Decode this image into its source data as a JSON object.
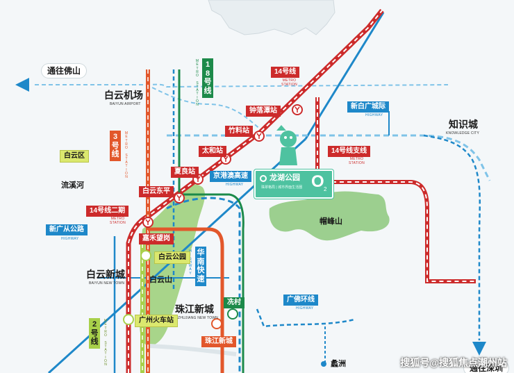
{
  "colors": {
    "metro14": "#cc2b2b",
    "metro3": "#e2572b",
    "metro18": "#1c8a4a",
    "metro2": "#a8d04a",
    "highway": "#1e88c9",
    "greenspace": "#9ccf8f",
    "project": "#4ec2a0"
  },
  "directions": {
    "foshan": "通往佛山",
    "shenzhen": "通往深圳"
  },
  "places": {
    "baiyun_airport": {
      "name": "白云机场",
      "sub": "BAIYUN AIRPORT"
    },
    "baiyun_district": "白云区",
    "liuxi_river": "流溪河",
    "baiyun_new_town": {
      "name": "白云新城",
      "sub": "BAIYUN NEW TOWN"
    },
    "zhujiang_new_town": {
      "name": "珠江新城",
      "sub": "ZHUJIANG NEW TOWN"
    },
    "knowledge_city": {
      "name": "知识城",
      "sub": "KNOWLEDGE CITY"
    },
    "maofeng_mountain": "帽峰山",
    "baiyun_mountain": "白云山",
    "lishui": "蠡洲"
  },
  "metro_lines": {
    "line14": {
      "label": "14号线",
      "tag": [
        "METRO",
        "STATION"
      ]
    },
    "line14_branch": {
      "label": "14号线支线",
      "tag": [
        "METRO",
        "STATION"
      ]
    },
    "line14_phase2": {
      "label": "14号线二期",
      "tag": [
        "METRO",
        "STATION"
      ]
    },
    "line3": {
      "chars": [
        "3",
        "号",
        "线"
      ],
      "tag": [
        "M",
        "E",
        "T",
        "R",
        "O",
        "",
        "S",
        "T",
        "A",
        "T",
        "I",
        "O",
        "N"
      ]
    },
    "line18": {
      "chars": [
        "1",
        "8",
        "号",
        "线"
      ],
      "tag": [
        "M",
        "E",
        "T",
        "R",
        "O",
        "",
        "S",
        "T",
        "A",
        "T",
        "I",
        "O",
        "N"
      ]
    },
    "line2": {
      "chars": [
        "2",
        "号",
        "线"
      ],
      "tag": [
        "M",
        "E",
        "T",
        "R",
        "O",
        "",
        "S",
        "T",
        "A",
        "T",
        "I",
        "O",
        "N"
      ]
    }
  },
  "highways": {
    "xinbaiguang": {
      "label": "新白广城际",
      "tag": "HIGHWAY"
    },
    "jinggangao": {
      "label": "京港澳高速",
      "tag": "HIGHWAY"
    },
    "xinguangcong": {
      "label": "新广从公路",
      "tag": "HIGHWAY"
    },
    "huanan": {
      "chars": [
        "华",
        "南",
        "快",
        "速"
      ],
      "tag": [
        "H",
        "I",
        "G",
        "H",
        "W",
        "A",
        "Y"
      ]
    },
    "guangfo": {
      "label": "广佛环线",
      "tag": "HIGHWAY"
    }
  },
  "stations": {
    "zhongluotan": "钟落潭站",
    "zhuliao": "竹料站",
    "taihe": "太和站",
    "xialiang": "夏良站",
    "baiyundongping": "白云东平",
    "jiahewanggang": "嘉禾望岗",
    "baiyun_park": "白云公园",
    "guangzhou_railway": "广州火车站",
    "xiancun": "冼村",
    "zhujiang_xincheng": "珠江新城"
  },
  "project": {
    "name": "龙湖公园",
    "sub": "珠翠格局 | 城市界面生活圈",
    "badge": "O",
    "badge_sub": "2"
  },
  "watermark": "搜狐号@搜狐焦点潮州站"
}
